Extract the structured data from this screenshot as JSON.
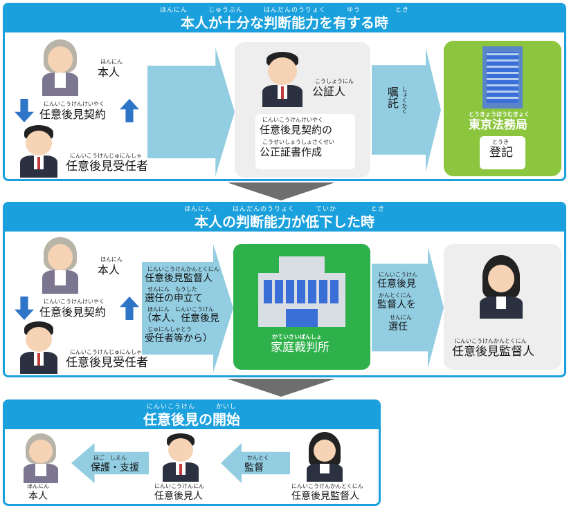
{
  "section1": {
    "title_ruby": "ほんにん　　　じゅうぶん　　　はんだんのうりょく　　　ゆう　　　　　とき",
    "title": "本人が十分な判断能力を有する時",
    "principal_ruby": "ほんにん",
    "principal": "本人",
    "contract_ruby": "にんいこうけんけいやく",
    "contract": "任意後見契約",
    "trustee_ruby": "にんいこうけんじゅにんしゃ",
    "trustee": "任意後見受任者",
    "notary_ruby": "こうしょうにん",
    "notary": "公証人",
    "deed_ruby1": "にんいこうけんけいやく",
    "deed_line1": "任意後見契約の",
    "deed_ruby2": "こうせいしょうしょさくせい",
    "deed_line2": "公正証書作成",
    "commission": "嘱託",
    "commission_ruby": "しょくたく",
    "bureau_ruby": "とうきょうほうむきょく",
    "bureau": "東京法務局",
    "registration_ruby": "とうき",
    "registration": "登記"
  },
  "section2": {
    "title_ruby": "ほんにん　　　はんだんのうりょく　　　ていか　　　　　とき",
    "title": "本人の判断能力が低下した時",
    "principal_ruby": "ほんにん",
    "principal": "本人",
    "contract_ruby": "にんいこうけんけいやく",
    "contract": "任意後見契約",
    "trustee_ruby": "にんいこうけんじゅにんしゃ",
    "trustee": "任意後見受任者",
    "petition_ruby1": "にんいこうけんかんとくにん",
    "petition_line1": "任意後見監督人",
    "petition_ruby2": "せんにん　もうした",
    "petition_line2": "選任の申立て",
    "petition_ruby3": "ほんにん　にんいこうけん",
    "petition_line3": "（本人、任意後見",
    "petition_ruby4": "じゅにんしゃとう",
    "petition_line4": "受任者等から）",
    "court_ruby": "かていさいばんしょ",
    "court": "家庭裁判所",
    "select_ruby1": "にんいこうけん",
    "select_line1": "任意後見",
    "select_ruby2": "かんとくにん",
    "select_line2": "監督人を",
    "select_ruby3": "せんにん",
    "select_line3": "選任",
    "supervisor_ruby": "にんいこうけんかんとくにん",
    "supervisor": "任意後見監督人"
  },
  "section3": {
    "title_ruby": "にんいこうけん　　　かいし",
    "title": "任意後見の開始",
    "principal_ruby": "ほんにん",
    "principal": "本人",
    "protect_ruby": "ほご　しえん",
    "protect": "保護・支援",
    "guardian_ruby": "にんいこうけんにん",
    "guardian": "任意後見人",
    "supervise_ruby": "かんとく",
    "supervise": "監督",
    "supervisor_ruby": "にんいこうけんかんとくにん",
    "supervisor": "任意後見監督人"
  },
  "colors": {
    "section_border": "#1aa0dc",
    "arrow": "#92cde2",
    "bureau_card": "#8cc63f",
    "court_card": "#2eb04a",
    "flow_arrow": "#6e6e6e"
  }
}
